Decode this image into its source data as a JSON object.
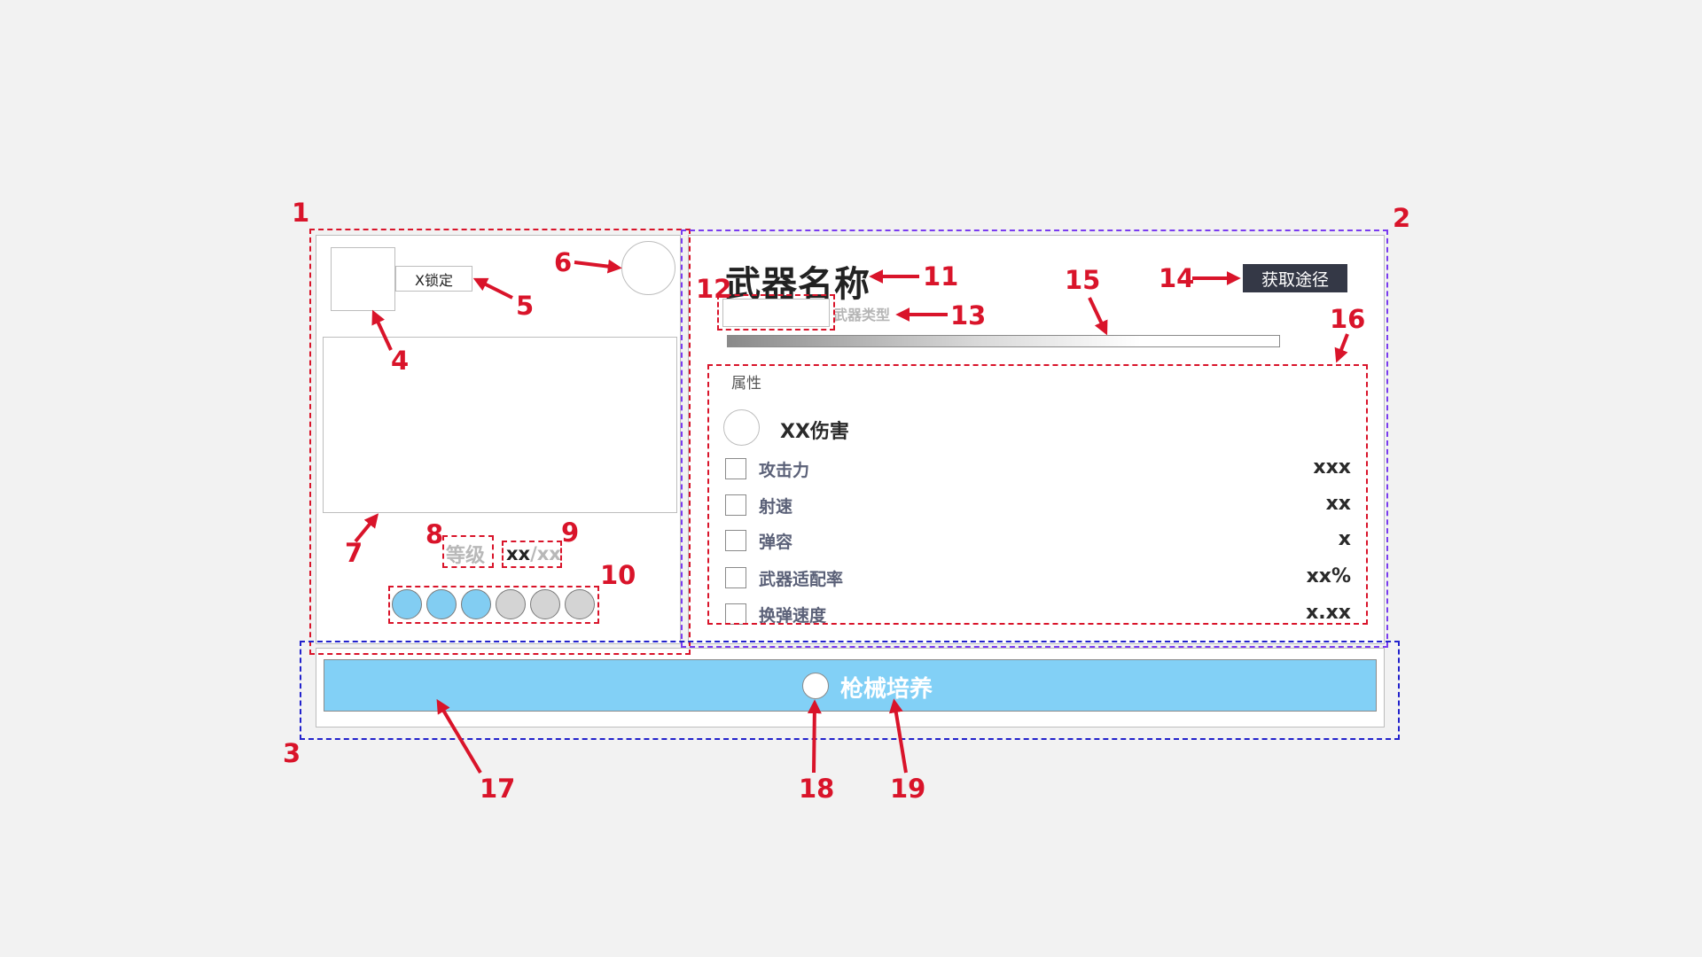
{
  "left_panel": {
    "lock_label": "X锁定",
    "level_label": "等级",
    "level_current": "xx",
    "level_separator": "/",
    "level_max": "xx",
    "stars": [
      "filled",
      "filled",
      "filled",
      "empty",
      "empty",
      "empty"
    ]
  },
  "right_panel": {
    "weapon_name": "武器名称",
    "weapon_type": "武器类型",
    "acquire_button": "获取途径",
    "attributes_title": "属性",
    "damage_label": "XX伤害",
    "attributes": [
      {
        "name": "攻击力",
        "value": "xxx"
      },
      {
        "name": "射速",
        "value": "xx"
      },
      {
        "name": "弹容",
        "value": "x"
      },
      {
        "name": "武器适配率",
        "value": "xx%"
      },
      {
        "name": "换弹速度",
        "value": "x.xx"
      }
    ]
  },
  "bottom_bar": {
    "train_label": "枪械培养"
  },
  "callouts": {
    "c1": "1",
    "c2": "2",
    "c3": "3",
    "c4": "4",
    "c5": "5",
    "c6": "6",
    "c7": "7",
    "c8": "8",
    "c9": "9",
    "c10": "10",
    "c11": "11",
    "c12": "12",
    "c13": "13",
    "c14": "14",
    "c15": "15",
    "c16": "16",
    "c17": "17",
    "c18": "18",
    "c19": "19"
  },
  "colors": {
    "annotation_red": "#d9142a",
    "annotation_blue": "#2222cc",
    "annotation_purple": "#7a3cf0",
    "star_filled": "#82cdf2",
    "star_empty": "#d4d4d4",
    "train_bar": "#82d0f6",
    "acquire_button_bg": "#343846"
  }
}
